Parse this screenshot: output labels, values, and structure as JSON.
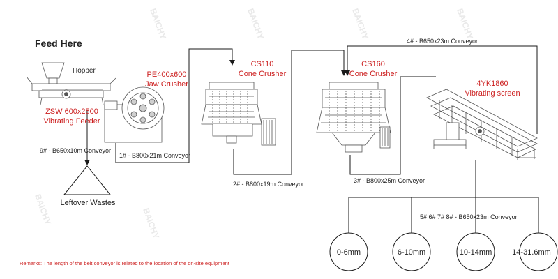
{
  "colors": {
    "line": "#1a1a1a",
    "accent_red": "#cc1f1f",
    "text": "#222222",
    "machine": "#555555",
    "watermark": "#e9e9e9"
  },
  "watermark": "BAICHY",
  "feed": {
    "title": "Feed Here",
    "hopper": "Hopper"
  },
  "feeder": {
    "model": "ZSW 600x2500",
    "name": "Vibrating Feeder"
  },
  "jaw_crusher": {
    "model": "PE400x600",
    "name": "Jaw Crusher"
  },
  "cone_crusher_1": {
    "model": "CS110",
    "name": "Cone Crusher"
  },
  "cone_crusher_2": {
    "model": "CS160",
    "name": "Cone Crusher"
  },
  "vibrating_screen": {
    "model": "4YK1860",
    "name": "Vibrating screen"
  },
  "conveyors": {
    "c1": "1# - B800x21m Conveyor",
    "c2": "2# - B800x19m Conveyor",
    "c3": "3# - B800x25m Conveyor",
    "c4": "4# - B650x23m Conveyor",
    "c5_8": "5# 6# 7# 8# - B650x23m Conveyor",
    "c9": "9# - B650x10m Conveyor"
  },
  "waste": "Leftover Wastes",
  "products": [
    "0-6mm",
    "6-10mm",
    "10-14mm",
    "14-31.6mm"
  ],
  "remark": "Remarks: The length of the belt conveyor is related to the location of the on-site equipment"
}
